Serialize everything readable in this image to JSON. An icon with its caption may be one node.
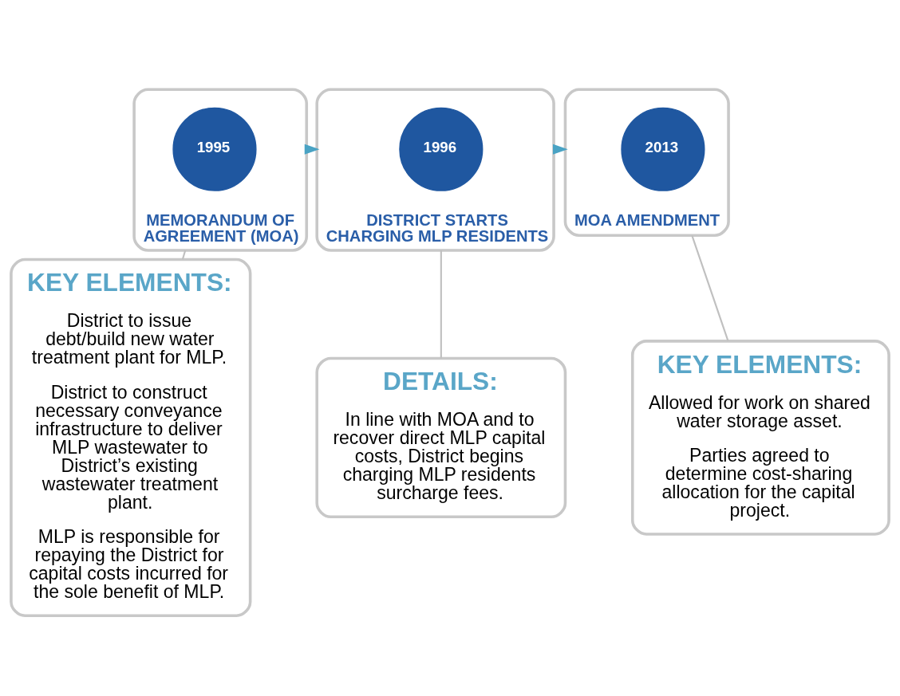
{
  "diagram": {
    "nodes": [
      {
        "text": [
          "MEMORANDUM OF AGREEMENT (MOA)"
        ]
      },
      {
        "text": [
          "1995"
        ],
        "in": 0
      },
      {
        "text": [
          "DISTRICT STARTS CHARGING MLP RESIDENTS"
        ]
      },
      {
        "text": [
          "1996"
        ],
        "in": 2
      },
      {
        "text": [
          "MOA AMENDMENT"
        ]
      },
      {
        "text": [
          "2013"
        ],
        "in": 4
      },
      {
        "text": [
          "KEY ELEMENTS:",
          "District to issue debt/build new water treatment plant for MLP.",
          "District to construct necessary conveyance infrastructure to deliver MLP wastewater to District’s existing wastewater treatment plant.",
          "MLP is responsible for repaying the District for capital costs incurred for the sole benefit of MLP."
        ]
      },
      {
        "text": [
          "DETAILS:",
          "In line with MOA and to recover direct MLP capital costs, District begins charging MLP residents surcharge fees."
        ]
      },
      {
        "text": [
          "KEY ELEMENTS:",
          "Allowed for work on shared water storage asset.",
          "Parties agreed to determine cost-sharing allocation for the capital project."
        ]
      }
    ],
    "edges": [
      {
        "from": 0,
        "to": 2,
        "arrow": "to",
        "color": "#4aa3c4"
      },
      {
        "from": 2,
        "to": 4,
        "arrow": "to",
        "color": "#4aa3c4"
      },
      {
        "from": 0,
        "to": 6,
        "arrow": "none"
      },
      {
        "from": 2,
        "to": 7,
        "arrow": "none"
      },
      {
        "from": 4,
        "to": 8,
        "arrow": "none"
      }
    ]
  }
}
